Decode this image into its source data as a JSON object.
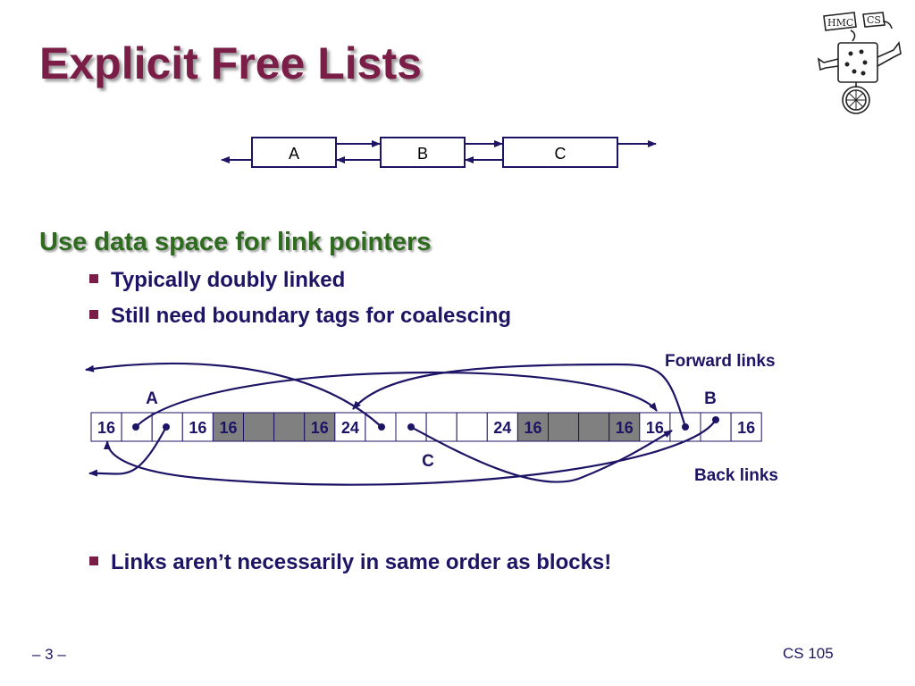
{
  "slide": {
    "title": "Explicit Free Lists",
    "subheading": "Use data space for link pointers",
    "bullets": [
      "Typically doubly linked",
      "Still need boundary tags for coalescing"
    ],
    "bottom_bullet": "Links aren’t necessarily in same order as blocks!"
  },
  "list_diagram": {
    "nodes": [
      "A",
      "B",
      "C"
    ]
  },
  "memory_diagram": {
    "cells": [
      {
        "text": "16",
        "shaded": false,
        "pointer": false
      },
      {
        "text": "",
        "shaded": false,
        "pointer": true
      },
      {
        "text": "",
        "shaded": false,
        "pointer": true
      },
      {
        "text": "16",
        "shaded": false,
        "pointer": false
      },
      {
        "text": "16",
        "shaded": true,
        "pointer": false
      },
      {
        "text": "",
        "shaded": true,
        "pointer": false
      },
      {
        "text": "",
        "shaded": true,
        "pointer": false
      },
      {
        "text": "16",
        "shaded": true,
        "pointer": false
      },
      {
        "text": "24",
        "shaded": false,
        "pointer": false
      },
      {
        "text": "",
        "shaded": false,
        "pointer": true
      },
      {
        "text": "",
        "shaded": false,
        "pointer": true
      },
      {
        "text": "",
        "shaded": false,
        "pointer": false
      },
      {
        "text": "",
        "shaded": false,
        "pointer": false
      },
      {
        "text": "24",
        "shaded": false,
        "pointer": false
      },
      {
        "text": "16",
        "shaded": true,
        "pointer": false
      },
      {
        "text": "",
        "shaded": true,
        "pointer": false
      },
      {
        "text": "",
        "shaded": true,
        "pointer": false
      },
      {
        "text": "16",
        "shaded": true,
        "pointer": false
      },
      {
        "text": "16",
        "shaded": false,
        "pointer": false
      },
      {
        "text": "",
        "shaded": false,
        "pointer": true
      },
      {
        "text": "",
        "shaded": false,
        "pointer": true
      },
      {
        "text": "16",
        "shaded": false,
        "pointer": false
      }
    ],
    "block_labels": {
      "a": "A",
      "b": "B",
      "c": "C"
    },
    "forward_links_label": "Forward links",
    "back_links_label": "Back links"
  },
  "footer": {
    "page": "– 3 –",
    "course": "CS 105"
  },
  "colors": {
    "title": "#7a1d47",
    "subheading": "#2e6b1e",
    "text": "#1c1464",
    "shaded_cell": "#808080"
  }
}
